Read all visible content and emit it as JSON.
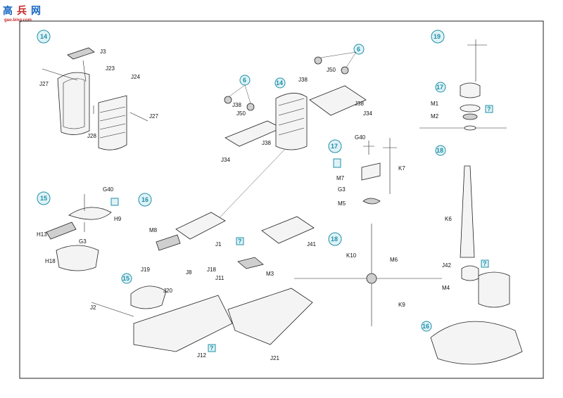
{
  "watermark": {
    "chars": [
      "高",
      "兵",
      "网"
    ],
    "url": "gao.bing.com"
  },
  "steps": {
    "s14a": "14",
    "s14b": "14",
    "s15a": "15",
    "s15b": "15",
    "s16a": "16",
    "s16b": "16",
    "s17": "17",
    "s17b": "17",
    "s18": "18",
    "s18b": "18",
    "s19": "19",
    "s6a": "6",
    "s6b": "6"
  },
  "help": "?",
  "labels": {
    "J3": "J3",
    "J23": "J23",
    "J24": "J24",
    "J27a": "J27",
    "J27b": "J27",
    "J28": "J28",
    "J38a": "J38",
    "J38b": "J38",
    "J38c": "J38",
    "J38d": "J38",
    "J50a": "J50",
    "J50b": "J50",
    "J34a": "J34",
    "J34b": "J34",
    "G40a": "G40",
    "H9": "H9",
    "H13": "H13",
    "G3a": "G3",
    "H18": "H18",
    "M8": "M8",
    "J1": "J1",
    "J41": "J41",
    "M3": "M3",
    "J19": "J19",
    "J20": "J20",
    "J8": "J8",
    "J18": "J18",
    "J11": "J11",
    "J2": "J2",
    "J12": "J12",
    "J21": "J21",
    "G40b": "G40",
    "M7": "M7",
    "K7": "K7",
    "G3b": "G3",
    "M5": "M5",
    "K10": "K10",
    "M6": "M6",
    "K9": "K9",
    "M1": "M1",
    "M2": "M2",
    "K6": "K6",
    "J42": "J42",
    "M4": "M4"
  }
}
